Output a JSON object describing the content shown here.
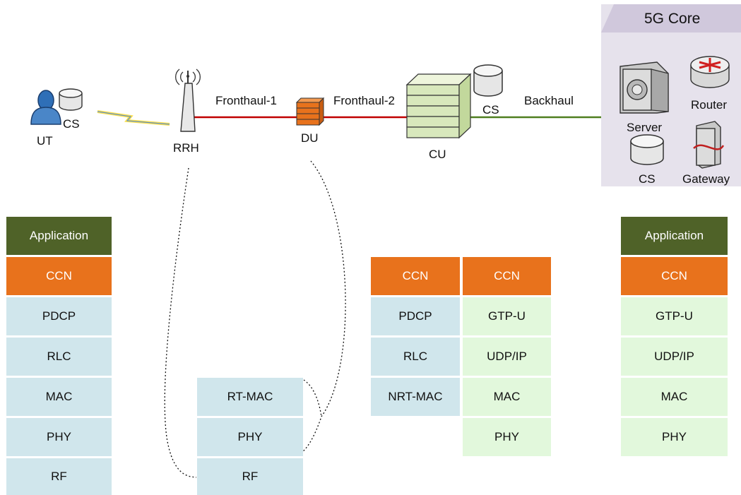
{
  "core": {
    "title": "5G Core"
  },
  "labels": {
    "ut": "UT",
    "ut_cs": "CS",
    "rrh": "RRH",
    "du": "DU",
    "cu": "CU",
    "cu_cs": "CS",
    "fronthaul1": "Fronthaul-1",
    "fronthaul2": "Fronthaul-2",
    "backhaul": "Backhaul",
    "server": "Server",
    "router": "Router",
    "core_cs": "CS",
    "gateway": "Gateway"
  },
  "stacks": {
    "ut": [
      "Application",
      "CCN",
      "PDCP",
      "RLC",
      "MAC",
      "PHY",
      "RF"
    ],
    "rrh": [
      "RT-MAC",
      "PHY",
      "RF"
    ],
    "du_left": [
      "CCN",
      "PDCP",
      "RLC",
      "NRT-MAC"
    ],
    "du_right": [
      "CCN",
      "GTP-U",
      "UDP/IP",
      "MAC",
      "PHY"
    ],
    "core": [
      "Application",
      "CCN",
      "GTP-U",
      "UDP/IP",
      "MAC",
      "PHY"
    ]
  },
  "colors": {
    "application": "#4f6228",
    "ccn": "#e8721c",
    "blue_layer": "#d0e6ec",
    "green_layer": "#e2f8dc",
    "fronthaul_line": "#c00000",
    "backhaul_line": "#4f7f1f",
    "core_bg": "#e6e2ec",
    "core_title_bg": "#d0c8dc"
  }
}
